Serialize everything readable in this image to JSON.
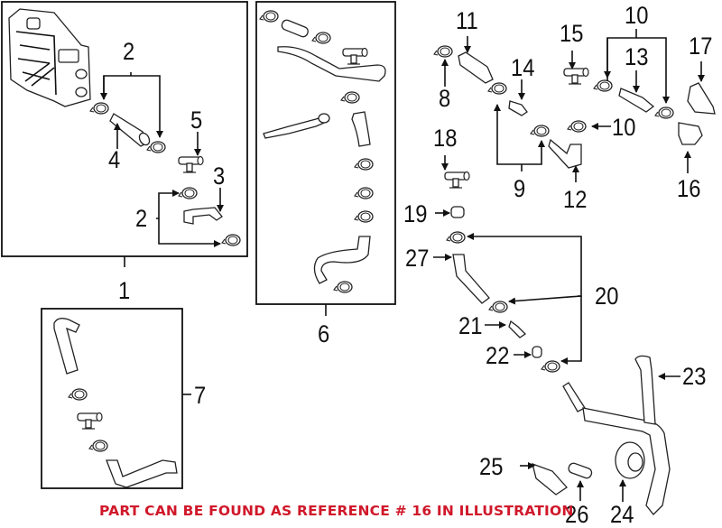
{
  "diagram": {
    "type": "exploded-parts-diagram",
    "groups": [
      {
        "id": "group-1",
        "label": "1",
        "parts": [
          "2",
          "3",
          "4",
          "5"
        ]
      },
      {
        "id": "group-6",
        "label": "6"
      },
      {
        "id": "group-7",
        "label": "7"
      }
    ],
    "callouts": {
      "c1": "1",
      "c2a": "2",
      "c2b": "2",
      "c3": "3",
      "c4": "4",
      "c5": "5",
      "c6": "6",
      "c7": "7",
      "c8": "8",
      "c9": "9",
      "c10a": "10",
      "c10b": "10",
      "c11": "11",
      "c12": "12",
      "c13": "13",
      "c14": "14",
      "c15": "15",
      "c16": "16",
      "c17": "17",
      "c18": "18",
      "c19": "19",
      "c20": "20",
      "c21": "21",
      "c22": "22",
      "c23": "23",
      "c24": "24",
      "c25": "25",
      "c26": "26",
      "c27": "27"
    },
    "colors": {
      "line": "#111111",
      "note": "#d0182a"
    }
  },
  "footer": {
    "note": "PART CAN BE FOUND AS REFERENCE # 16 IN ILLUSTRATION"
  }
}
